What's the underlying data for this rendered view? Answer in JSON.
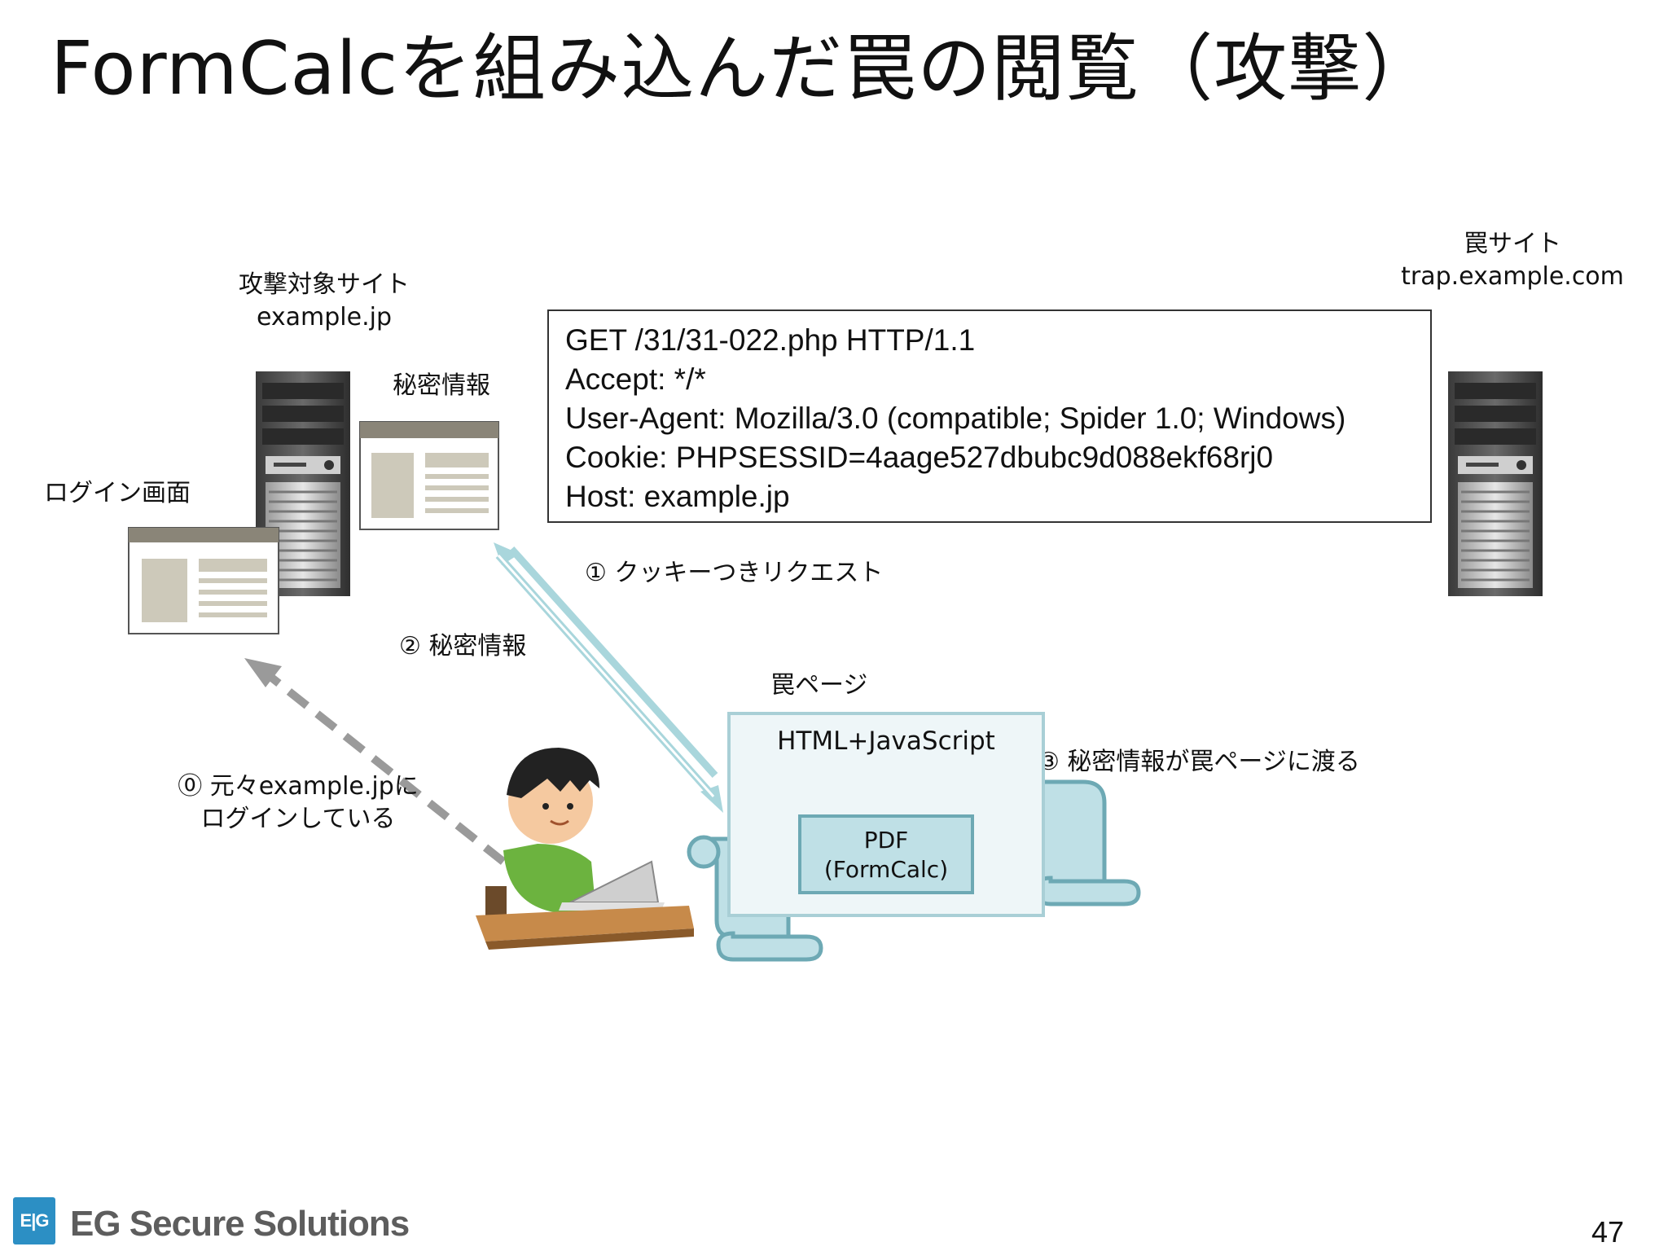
{
  "slide": {
    "title": "FormCalcを組み込んだ罠の閲覧（攻撃）",
    "page_number": "47"
  },
  "target_site": {
    "name": "攻撃対象サイト",
    "domain": "example.jp",
    "secret_label": "秘密情報",
    "login_label": "ログイン画面"
  },
  "trap_site": {
    "name": "罠サイト",
    "domain": "trap.example.com"
  },
  "request": {
    "lines": [
      "GET /31/31-022.php HTTP/1.1",
      "Accept: */*",
      "User-Agent: Mozilla/3.0 (compatible; Spider 1.0; Windows)",
      "Cookie: PHPSESSID=4aage527dbubc9d088ekf68rj0",
      "Host: example.jp"
    ]
  },
  "steps": {
    "step0_line1": "⓪ 元々example.jpに",
    "step0_line2": "ログインしている",
    "step1": "① クッキーつきリクエスト",
    "step2": "② 秘密情報",
    "step3": "③ 秘密情報が罠ページに渡る"
  },
  "trap_page": {
    "label": "罠ページ",
    "content": "HTML+JavaScript",
    "pdf_line1": "PDF",
    "pdf_line2": "(FormCalc)"
  },
  "footer": {
    "logo_mark": "E|G",
    "company": "EG Secure Solutions"
  },
  "colors": {
    "arrow_teal": "#a9d6dc",
    "arrow_gray": "#9a9a9a",
    "scroll_fill": "#bfe0e6",
    "scroll_stroke": "#6da9b4",
    "server_dark": "#4a4a4a",
    "window_bar": "#8a8578",
    "window_block": "#cdc9ba"
  }
}
